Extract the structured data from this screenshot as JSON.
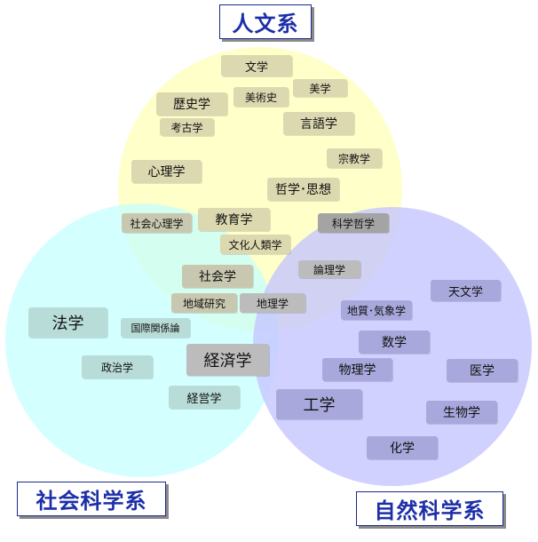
{
  "titles": {
    "humanities": "人文系",
    "social_sciences": "社会科学系",
    "natural_sciences": "自然科学系"
  },
  "colors": {
    "humanities_circle": "#ffffc0",
    "social_circle": "#c4ffff",
    "natural_circle": "#c4c4ff",
    "title_text": "#1d2fa8"
  },
  "labels": {
    "bungaku": "文学",
    "bigaku": "美学",
    "bijutsushi": "美術史",
    "rekishigaku": "歴史学",
    "koukogaku": "考古学",
    "gengogaku": "言語学",
    "shuukyougaku": "宗教学",
    "shinrigaku": "心理学",
    "tetsugaku": "哲学･思想",
    "shakaishinrigaku": "社会心理学",
    "kyouikugaku": "教育学",
    "kagakutetsugaku": "科学哲学",
    "bunkajinruigaku": "文化人類学",
    "shakaigaku": "社会学",
    "rongaku": "論理学",
    "chiikikenkyuu": "地域研究",
    "chirigaku": "地理学",
    "tenmongaku": "天文学",
    "hougaku": "法学",
    "kokusaikankeiron": "国際関係論",
    "chishitsu": "地質･気象学",
    "suugaku": "数学",
    "seijigaku": "政治学",
    "keizaigaku": "経済学",
    "butsurigaku": "物理学",
    "igaku": "医学",
    "keieigaku": "経営学",
    "kougaku": "工学",
    "seibutsugaku": "生物学",
    "kagaku": "化学"
  }
}
